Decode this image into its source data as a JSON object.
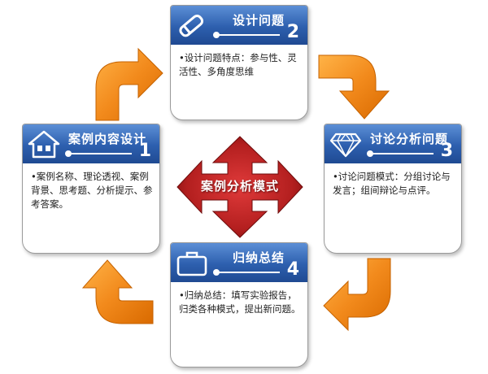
{
  "diagram": {
    "center_label": "案例分析模式",
    "steps": [
      {
        "number": "1",
        "title": "案例内容设计",
        "icon": "house-icon",
        "text": "•案例名称、理论透视、案例背景、思考题、分析提示、参考答案。"
      },
      {
        "number": "2",
        "title": "设计问题",
        "icon": "pencil-icon",
        "text": "•设计问题特点：参与性、灵活性、多角度思维"
      },
      {
        "number": "3",
        "title": "讨论分析问题",
        "icon": "diamond-icon",
        "text": "•讨论问题模式：分组讨论与发言；组间辩论与点评。"
      },
      {
        "number": "4",
        "title": "归纳总结",
        "icon": "briefcase-icon",
        "text": "•归纳总结：填写实验报告，归类各种模式，提出新问题。"
      }
    ]
  },
  "colors": {
    "header_blue": "#2d5fae",
    "arrow_orange": "#f28a1c",
    "center_red": "#b31f1f"
  }
}
